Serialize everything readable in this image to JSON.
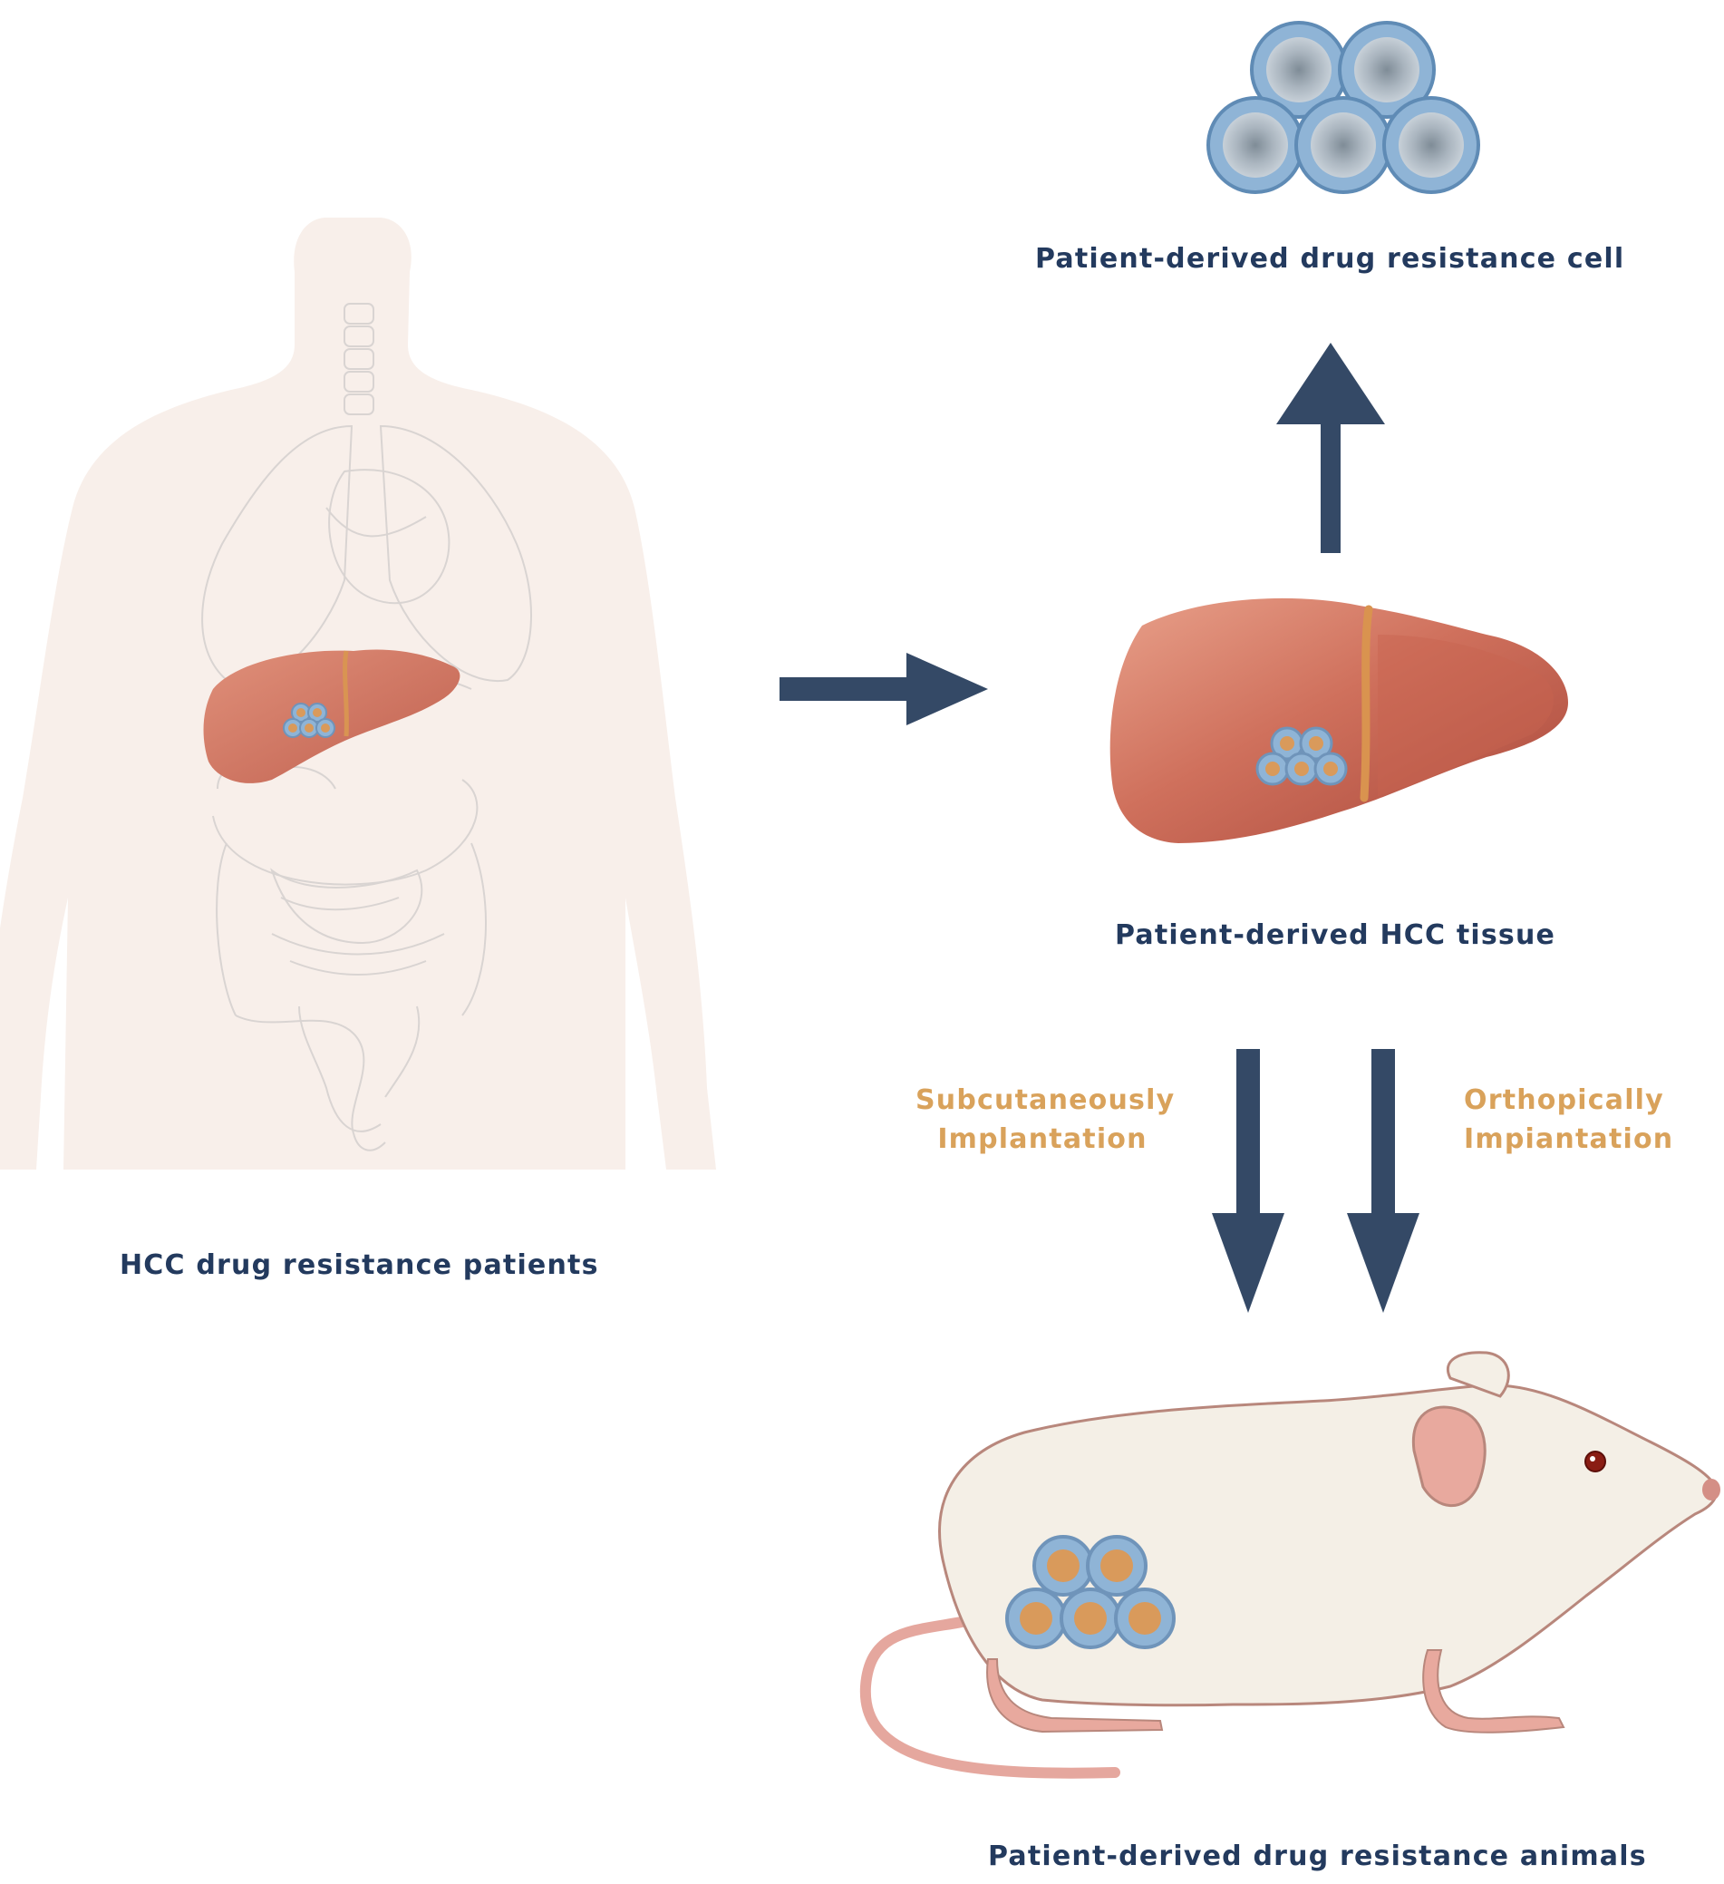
{
  "labels": {
    "patients": "HCC drug resistance patients",
    "cells": "Patient-derived drug resistance cell",
    "tissue": "Patient-derived HCC tissue",
    "animals": "Patient-derived drug resistance animals",
    "route_left_line1": "Subcutaneously",
    "route_left_line2": "Implantation",
    "route_right_line1": "Orthopically",
    "route_right_line2": "Impiantation"
  },
  "colors": {
    "navy": "#233a5e",
    "orange_text": "#d9a25b",
    "liver": "#c96b58",
    "cell_blue": "#8fb4d6",
    "tumor_core": "#d99a5b",
    "mouse_body": "#f4efe6"
  }
}
